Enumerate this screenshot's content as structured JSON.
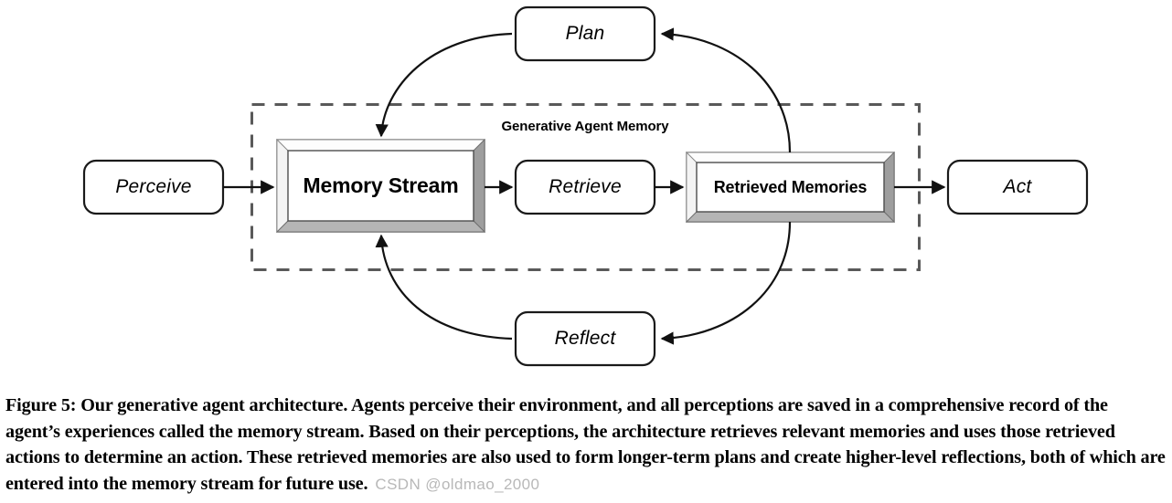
{
  "figure": {
    "group_title": "Generative Agent Memory",
    "nodes": {
      "perceive": "Perceive",
      "plan": "Plan",
      "memory_stream": "Memory Stream",
      "retrieve": "Retrieve",
      "retrieved_memories": "Retrieved Memories",
      "reflect": "Reflect",
      "act": "Act"
    },
    "colors": {
      "stroke": "#1a1a1a",
      "dashed_border": "#595959",
      "bevel_light": "#f2f2f2",
      "bevel_dark": "#9e9e9e",
      "node_fill": "#ffffff",
      "watermark": "#b8b8b8"
    }
  },
  "caption": {
    "text": "Figure 5: Our generative agent architecture. Agents perceive their environment, and all perceptions are saved in a comprehensive record of the agent’s experiences called the memory stream. Based on their perceptions, the architecture retrieves relevant memories and uses those retrieved actions to determine an action. These retrieved memories are also used to form longer-term plans and create higher-level reflections, both of which are entered into the memory stream for future use.",
    "watermark": "CSDN @oldmao_2000"
  }
}
